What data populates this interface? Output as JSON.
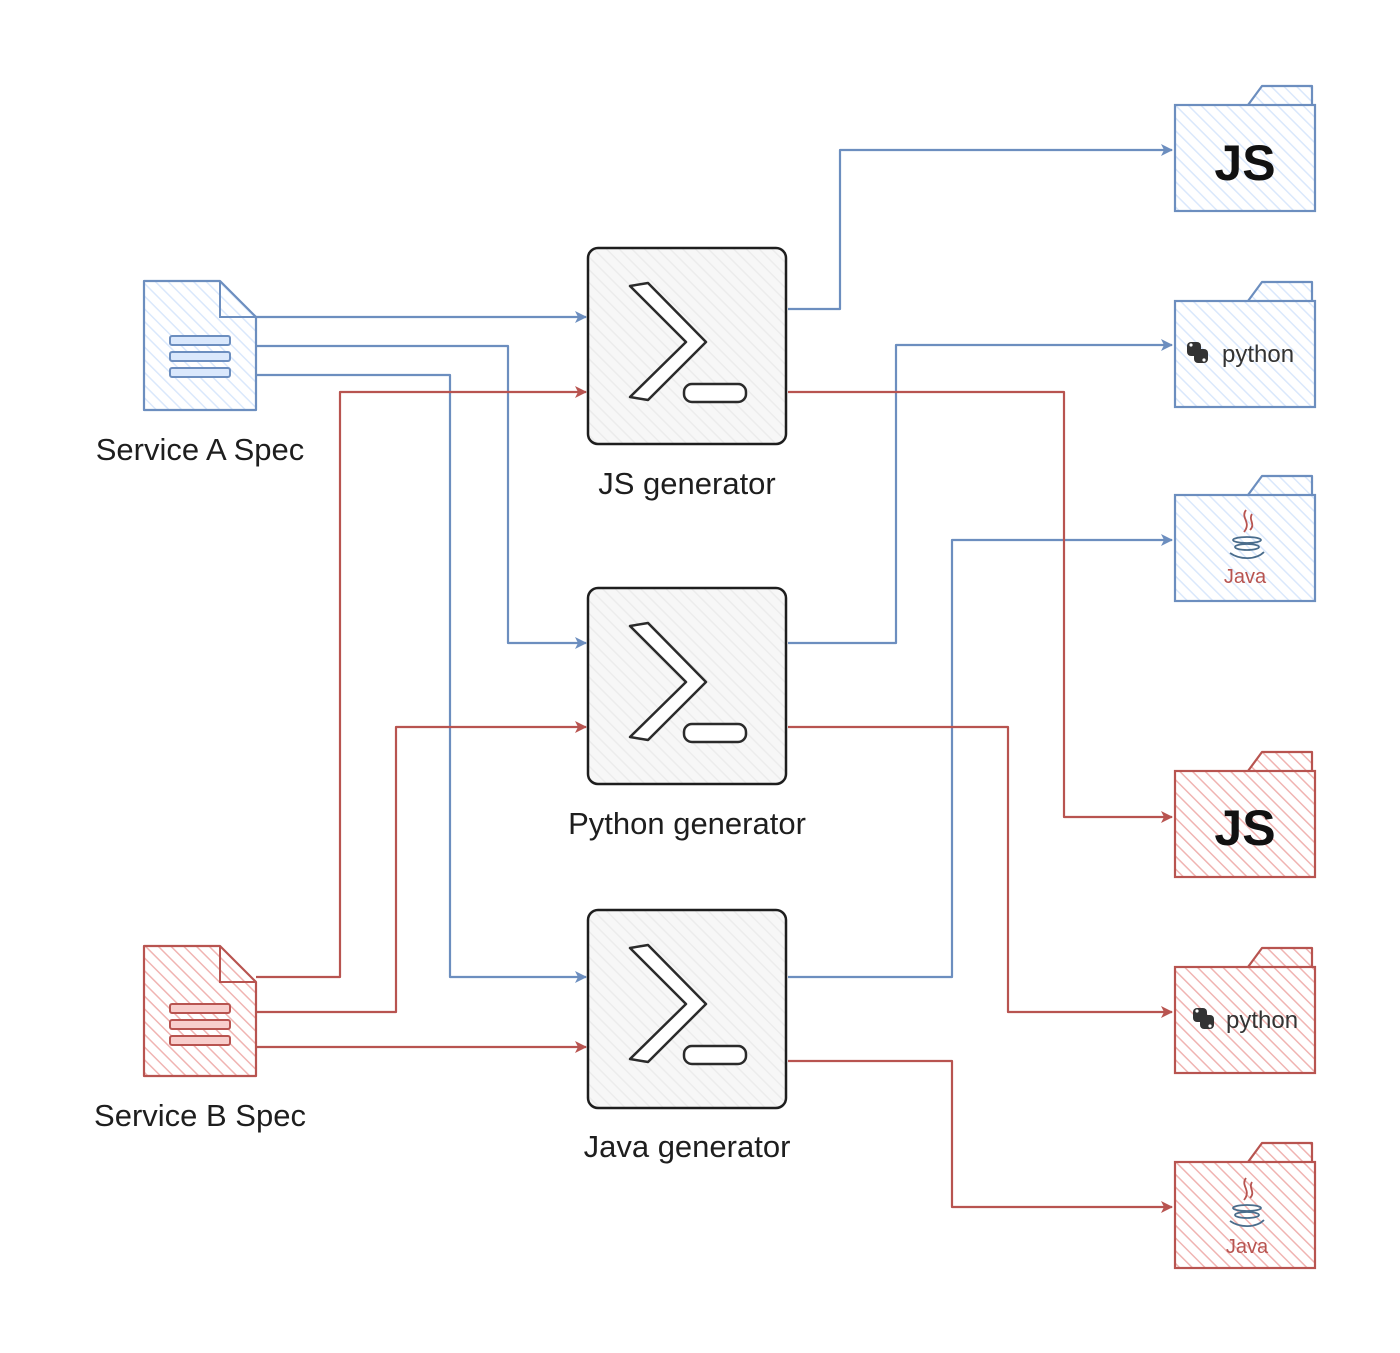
{
  "colors": {
    "blue": "#6c8ebf",
    "blue_fill": "#dae8fc",
    "red": "#b85450",
    "red_fill": "#f8cecc",
    "node_border": "#1e1e1e",
    "node_fill": "#f5f5f5"
  },
  "specs": {
    "service_a": {
      "label": "Service A Spec",
      "icon": "document-icon",
      "color": "blue"
    },
    "service_b": {
      "label": "Service B Spec",
      "icon": "document-icon",
      "color": "red"
    }
  },
  "generators": {
    "js": {
      "label": "JS generator",
      "icon": "terminal-icon"
    },
    "python": {
      "label": "Python generator",
      "icon": "terminal-icon"
    },
    "java": {
      "label": "Java generator",
      "icon": "terminal-icon"
    }
  },
  "outputs": {
    "a_js": {
      "text": "JS",
      "icon": "folder-icon",
      "color": "blue"
    },
    "a_python": {
      "text": "python",
      "icon": "python-logo-icon",
      "color": "blue"
    },
    "a_java": {
      "text": "Java",
      "icon": "java-logo-icon",
      "color": "blue"
    },
    "b_js": {
      "text": "JS",
      "icon": "folder-icon",
      "color": "red"
    },
    "b_python": {
      "text": "python",
      "icon": "python-logo-icon",
      "color": "red"
    },
    "b_java": {
      "text": "Java",
      "icon": "java-logo-icon",
      "color": "red"
    }
  }
}
